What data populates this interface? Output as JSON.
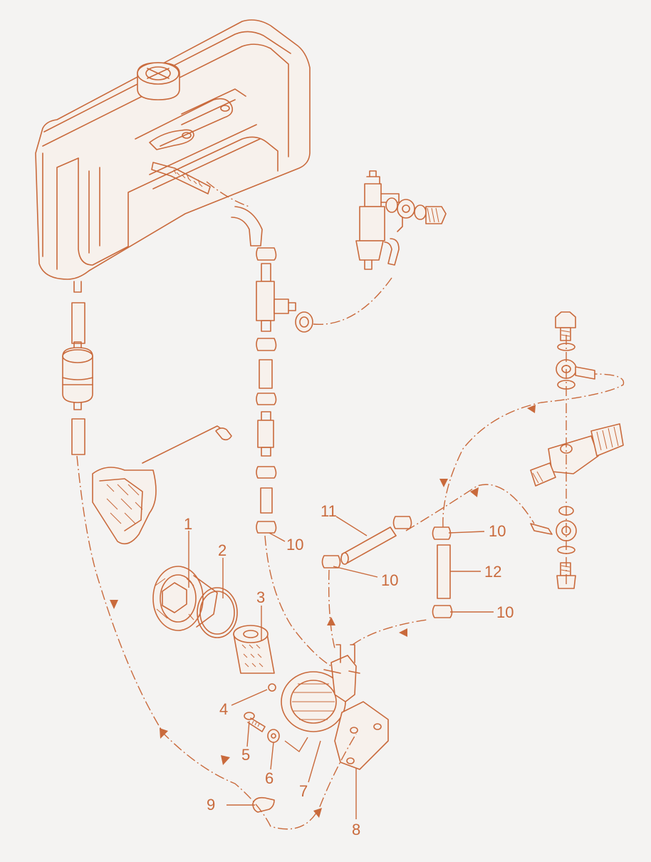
{
  "labels": {
    "l1": "1",
    "l2": "2",
    "l3": "3",
    "l4": "4",
    "l5": "5",
    "l6": "6",
    "l7": "7",
    "l8": "8",
    "l9": "9",
    "l10a": "10",
    "l10b": "10",
    "l10c": "10",
    "l10d": "10",
    "l11": "11",
    "l12": "12"
  },
  "colors": {
    "line": "#c96a3c",
    "background": "#f4f3f2"
  },
  "flow_direction_icon": "arrow-icon"
}
